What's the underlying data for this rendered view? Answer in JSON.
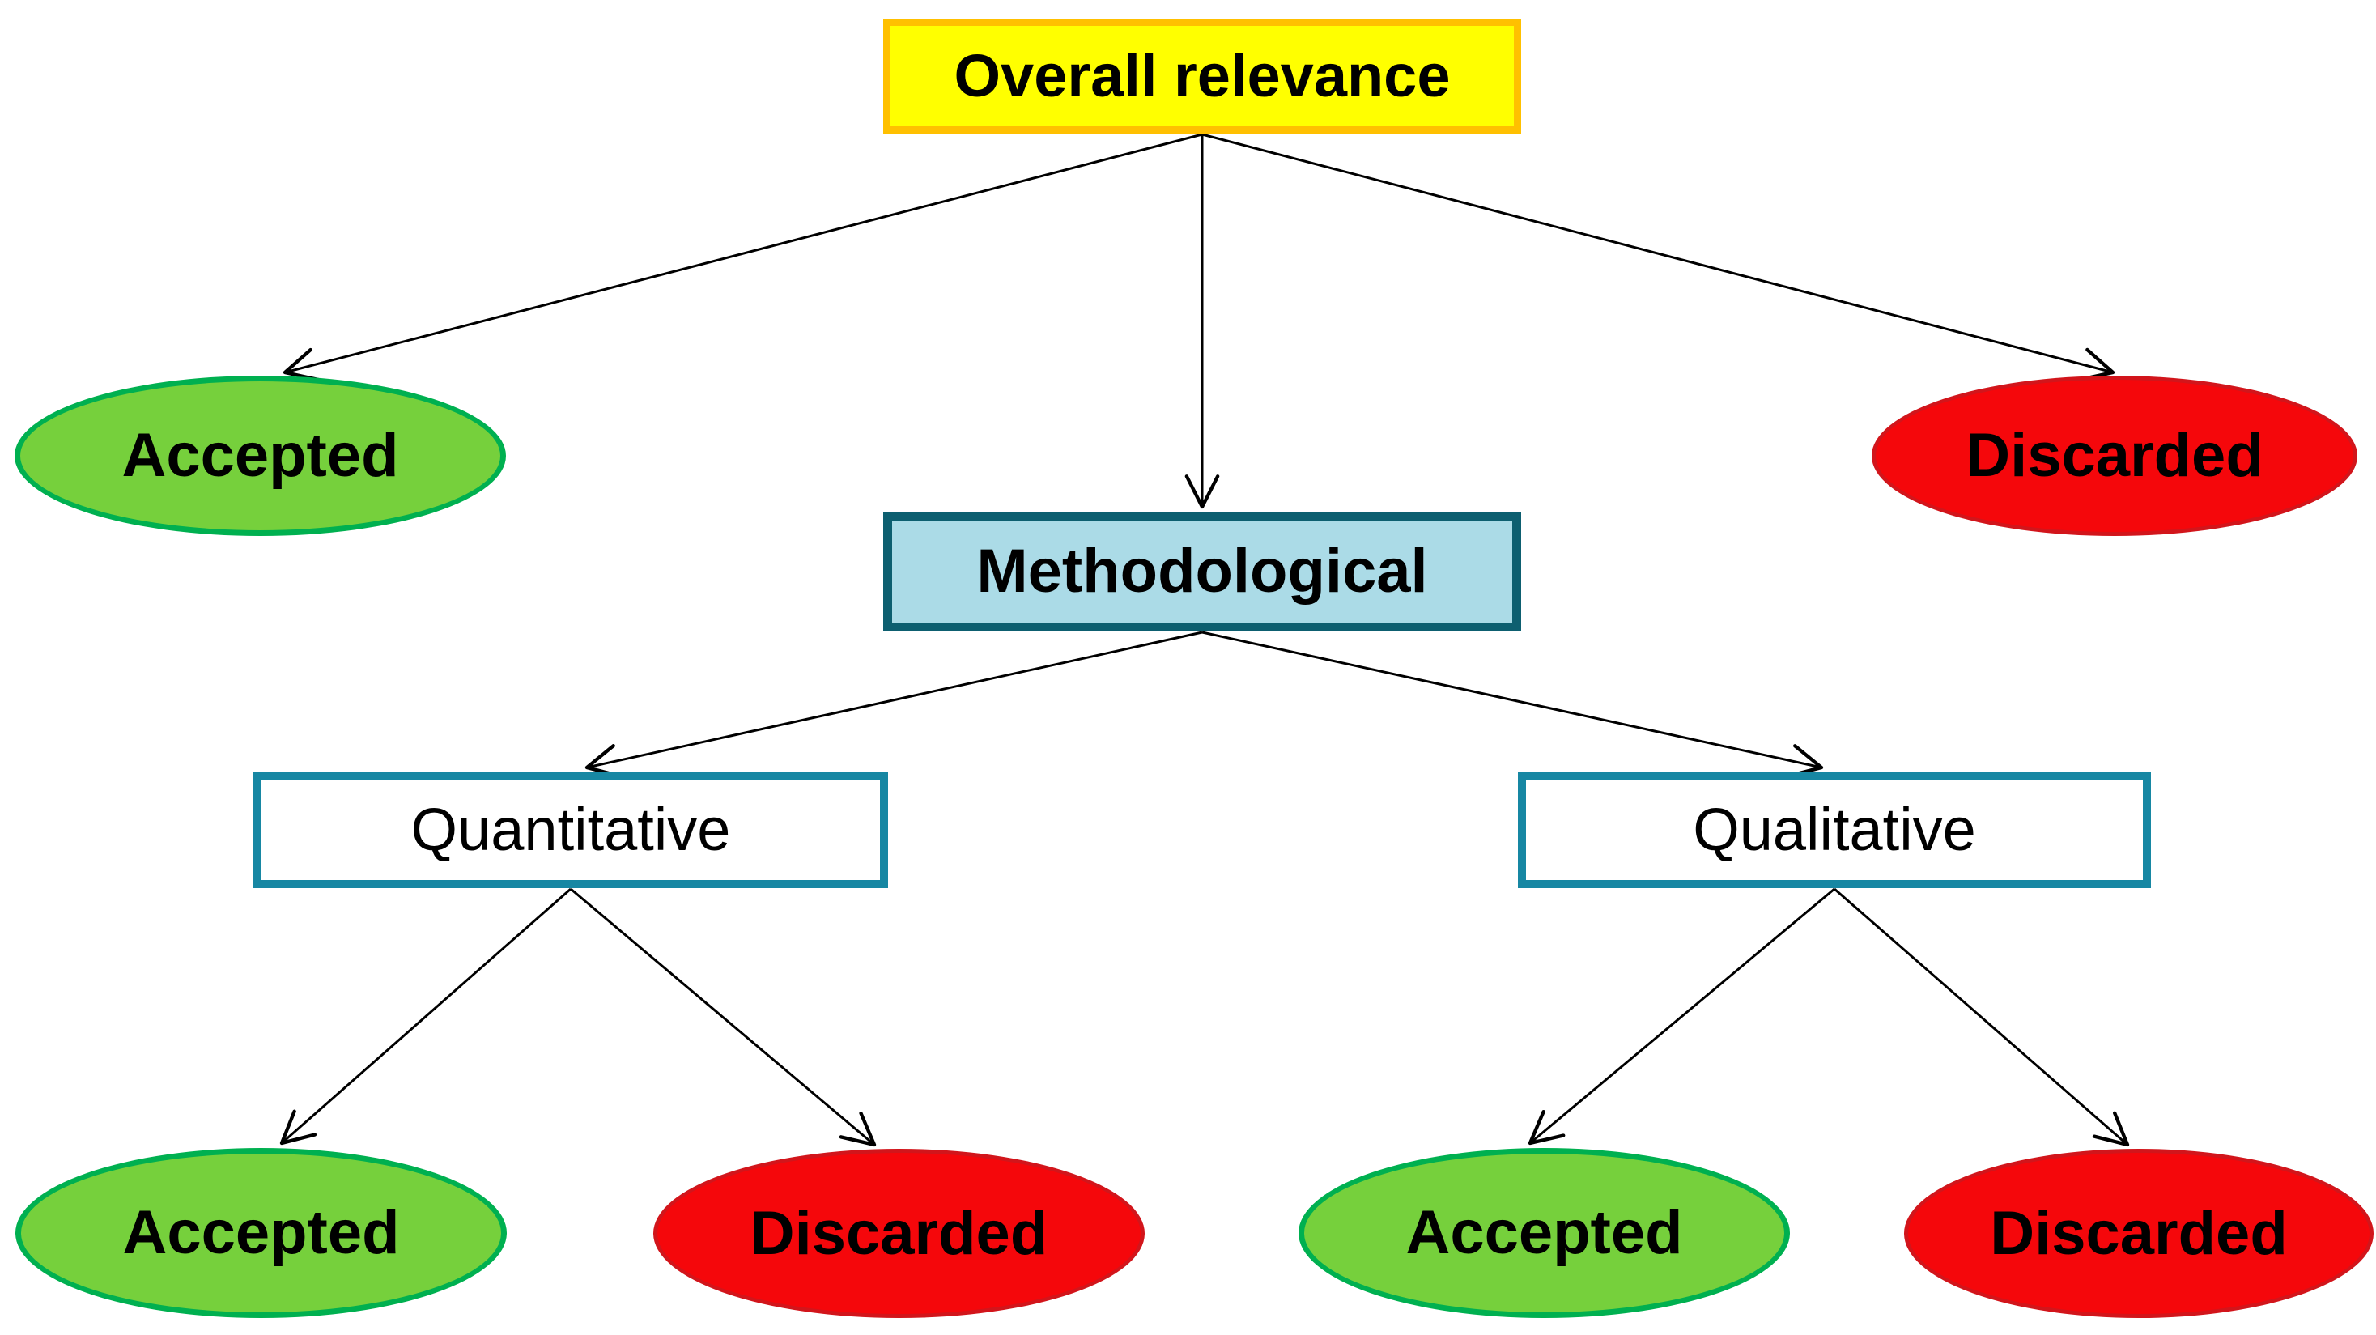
{
  "diagram": {
    "background_color": "#FFFFFF",
    "arrow_color": "#000000",
    "nodes": {
      "overall": {
        "label": "Overall relevance",
        "shape": "rect",
        "fill": "#FFFF00",
        "border": "#FFC000",
        "text_bold": true
      },
      "accepted_top": {
        "label": "Accepted",
        "shape": "ellipse",
        "fill": "#76D03C",
        "border": "#00B050",
        "text_bold": true
      },
      "discarded_top": {
        "label": "Discarded",
        "shape": "ellipse",
        "fill": "#F5070B",
        "border": "#D2151B",
        "text_bold": true
      },
      "methodological": {
        "label": "Methodological",
        "shape": "rect",
        "fill": "#ABDBE7",
        "border": "#0D5F70",
        "text_bold": true
      },
      "quantitative": {
        "label": "Quantitative",
        "shape": "rect",
        "fill": "#FFFFFF",
        "border": "#1787A3",
        "text_bold": false
      },
      "qualitative": {
        "label": "Qualitative",
        "shape": "rect",
        "fill": "#FFFFFF",
        "border": "#1787A3",
        "text_bold": false
      },
      "accepted_quant": {
        "label": "Accepted",
        "shape": "ellipse",
        "fill": "#76D03C",
        "border": "#00B050",
        "text_bold": true
      },
      "discarded_quant": {
        "label": "Discarded",
        "shape": "ellipse",
        "fill": "#F5070B",
        "border": "#D2151B",
        "text_bold": true
      },
      "accepted_qual": {
        "label": "Accepted",
        "shape": "ellipse",
        "fill": "#76D03C",
        "border": "#00B050",
        "text_bold": true
      },
      "discarded_qual": {
        "label": "Discarded",
        "shape": "ellipse",
        "fill": "#F5070B",
        "border": "#D2151B",
        "text_bold": true
      }
    },
    "edges": [
      {
        "from": "overall",
        "to": "accepted_top"
      },
      {
        "from": "overall",
        "to": "methodological"
      },
      {
        "from": "overall",
        "to": "discarded_top"
      },
      {
        "from": "methodological",
        "to": "quantitative"
      },
      {
        "from": "methodological",
        "to": "qualitative"
      },
      {
        "from": "quantitative",
        "to": "accepted_quant"
      },
      {
        "from": "quantitative",
        "to": "discarded_quant"
      },
      {
        "from": "qualitative",
        "to": "accepted_qual"
      },
      {
        "from": "qualitative",
        "to": "discarded_qual"
      }
    ]
  }
}
